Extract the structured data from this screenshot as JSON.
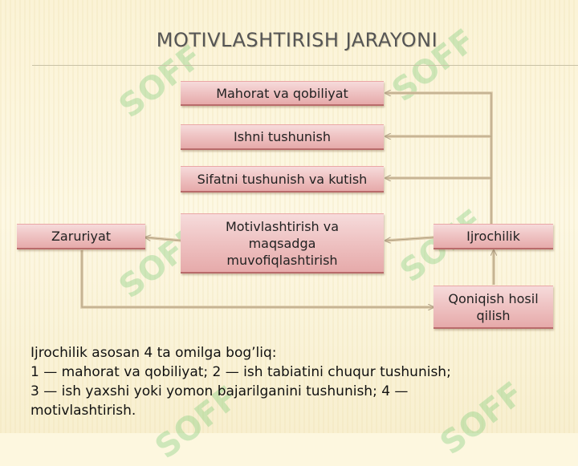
{
  "title": "MOTIVLASHTIRISH JARAYONI",
  "nodes": {
    "mahorat": "Mahorat va qobiliyat",
    "ishni": "Ishni tushunish",
    "sifatni": "Sifatni tushunish va kutish",
    "motiv": "Motivlashtirish va maqsadga muvofiqlashtirish",
    "zaruriyat": "Zaruriyat",
    "ijrochilik": "Ijrochilik",
    "qoniqish": "Qoniqish hosil qilish"
  },
  "description": {
    "line1": "Ijrochilik asosan 4 ta omilga bog’liq:",
    "line2": "1 — mahorat va qobiliyat; 2 — ish tabiatini chuqur tushunish;",
    "line3": "3 — ish yaxshi yoki yomon bajarilganini tushunish; 4 —",
    "line4": "motivlashtirish."
  },
  "watermark": "SOFF",
  "colors": {
    "node_fill": "#efc4c4",
    "connector": "#d9c6a6",
    "watermark": "#6ec86e"
  }
}
